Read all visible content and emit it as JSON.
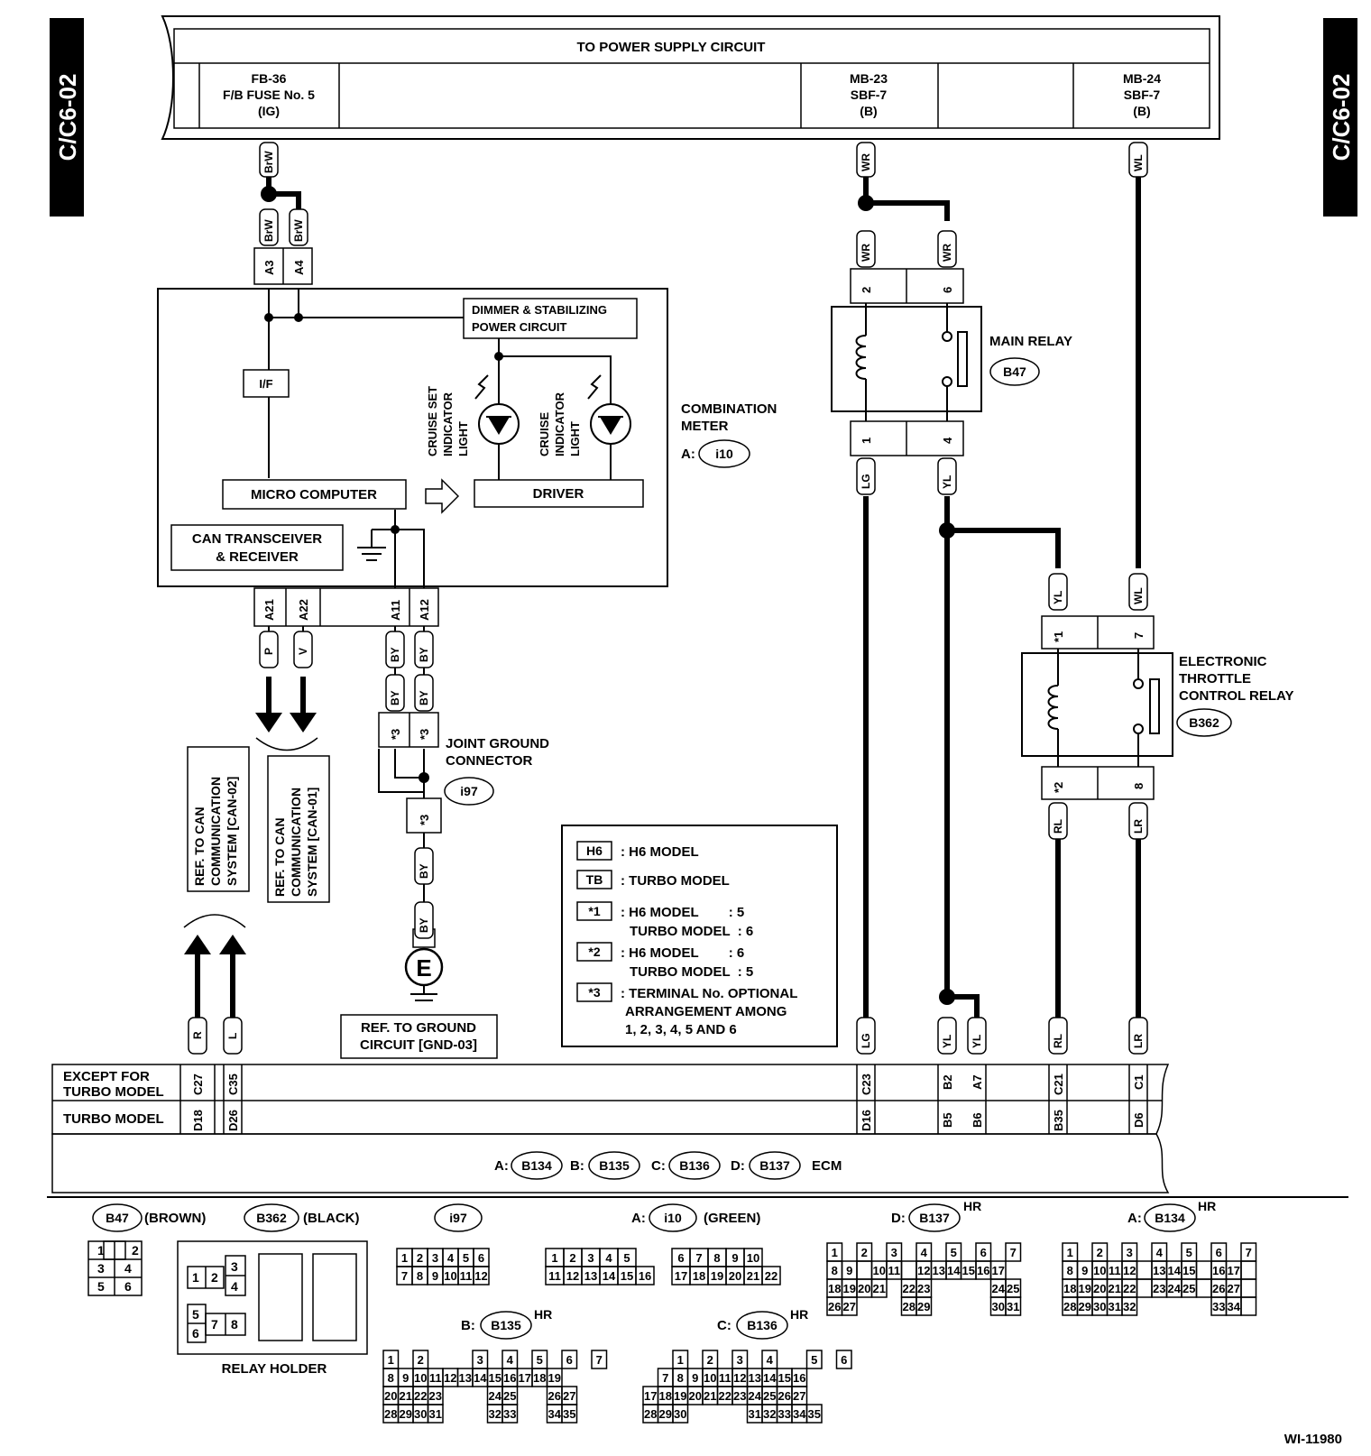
{
  "side_tab": "C/C6-02",
  "power_supply": {
    "title": "TO POWER SUPPLY CIRCUIT",
    "fb36": [
      "FB-36",
      "F/B FUSE No. 5",
      "(IG)"
    ],
    "mb23": [
      "MB-23",
      "SBF-7",
      "(B)"
    ],
    "mb24": [
      "MB-24",
      "SBF-7",
      "(B)"
    ]
  },
  "meter": {
    "dimmer": [
      "DIMMER & STABILIZING",
      "POWER CIRCUIT"
    ],
    "if_box": "I/F",
    "cruise_set": [
      "CRUISE SET",
      "INDICATOR",
      "LIGHT"
    ],
    "cruise": [
      "CRUISE",
      "INDICATOR",
      "LIGHT"
    ],
    "micro": "MICRO COMPUTER",
    "driver": "DRIVER",
    "can": [
      "CAN TRANSCEIVER",
      "& RECEIVER"
    ],
    "label": [
      "COMBINATION",
      "METER"
    ],
    "connector_prefix": "A:",
    "connector": "i10",
    "pins_top": [
      "A3",
      "A4"
    ],
    "pins_bottom": [
      "A21",
      "A22",
      "A11",
      "A12"
    ]
  },
  "main_relay": {
    "label": "MAIN RELAY",
    "connector": "B47",
    "pins_top": [
      "2",
      "6"
    ],
    "pins_bottom": [
      "1",
      "4"
    ]
  },
  "etc_relay": {
    "label": [
      "ELECTRONIC",
      "THROTTLE",
      "CONTROL RELAY"
    ],
    "connector": "B362",
    "pins_top": [
      "*1",
      "7"
    ],
    "pins_bottom": [
      "*2",
      "8"
    ]
  },
  "ground": {
    "label": [
      "JOINT GROUND",
      "CONNECTOR"
    ],
    "connector": "i97",
    "star3": "*3",
    "ref": [
      "REF. TO GROUND",
      "CIRCUIT [GND-03]"
    ],
    "symbol": "E"
  },
  "can_refs": {
    "can02": [
      "REF. TO CAN",
      "COMMUNICATION",
      "SYSTEM [CAN-02]"
    ],
    "can01": [
      "REF. TO CAN",
      "COMMUNICATION",
      "SYSTEM [CAN-01]"
    ]
  },
  "wire_colors": {
    "brw": "BrW",
    "wr": "WR",
    "wl": "WL",
    "lg": "LG",
    "yl": "YL",
    "rl": "RL",
    "lr": "LR",
    "p": "P",
    "v": "V",
    "by": "BY",
    "r": "R",
    "l": "L"
  },
  "legend": {
    "h6": {
      "sym": "H6",
      "text": ": H6 MODEL"
    },
    "tb": {
      "sym": "TB",
      "text": ": TURBO MODEL"
    },
    "s1": {
      "sym": "*1",
      "l1": ": H6 MODEL        : 5",
      "l2": "TURBO MODEL  : 6"
    },
    "s2": {
      "sym": "*2",
      "l1": ": H6 MODEL        : 6",
      "l2": "TURBO MODEL  : 5"
    },
    "s3": {
      "sym": "*3",
      "l1": ": TERMINAL No. OPTIONAL",
      "l2": "ARRANGEMENT AMONG",
      "l3": "1, 2, 3, 4, 5 AND 6"
    }
  },
  "ecm": {
    "row1": [
      "EXCEPT FOR",
      "TURBO MODEL"
    ],
    "row2": "TURBO MODEL",
    "pins_except": [
      "C27",
      "C35",
      "C23",
      "B2",
      "A7",
      "C21",
      "C1"
    ],
    "pins_turbo": [
      "D18",
      "D26",
      "D16",
      "B5",
      "B6",
      "B35",
      "D6"
    ],
    "prefixes": [
      "A:",
      "B:",
      "C:",
      "D:"
    ],
    "connectors": [
      "B134",
      "B135",
      "B136",
      "B137"
    ],
    "label": "ECM"
  },
  "connector_views": {
    "b47": {
      "id": "B47",
      "color": "(BROWN)",
      "pins": [
        "1",
        "2",
        "3",
        "4",
        "5",
        "6"
      ]
    },
    "b362": {
      "id": "B362",
      "color": "(BLACK)",
      "pins": [
        "1",
        "2",
        "3",
        "4",
        "5",
        "6",
        "7",
        "8"
      ],
      "holder": "RELAY HOLDER"
    },
    "i97": {
      "id": "i97",
      "pins": [
        "1",
        "2",
        "3",
        "4",
        "5",
        "6",
        "7",
        "8",
        "9",
        "10",
        "11",
        "12"
      ]
    },
    "i10": {
      "prefix": "A:",
      "id": "i10",
      "color": "(GREEN)",
      "pins": [
        "1",
        "2",
        "3",
        "4",
        "5",
        "6",
        "7",
        "8",
        "9",
        "10",
        "11",
        "12",
        "13",
        "14",
        "15",
        "16",
        "17",
        "18",
        "19",
        "20",
        "21",
        "22"
      ]
    },
    "b137": {
      "prefix": "D:",
      "id": "B137",
      "hr": "HR"
    },
    "b134": {
      "prefix": "A:",
      "id": "B134",
      "hr": "HR"
    },
    "b135": {
      "prefix": "B:",
      "id": "B135",
      "hr": "HR"
    },
    "b136": {
      "prefix": "C:",
      "id": "B136",
      "hr": "HR"
    }
  },
  "figure_id": "WI-11980"
}
